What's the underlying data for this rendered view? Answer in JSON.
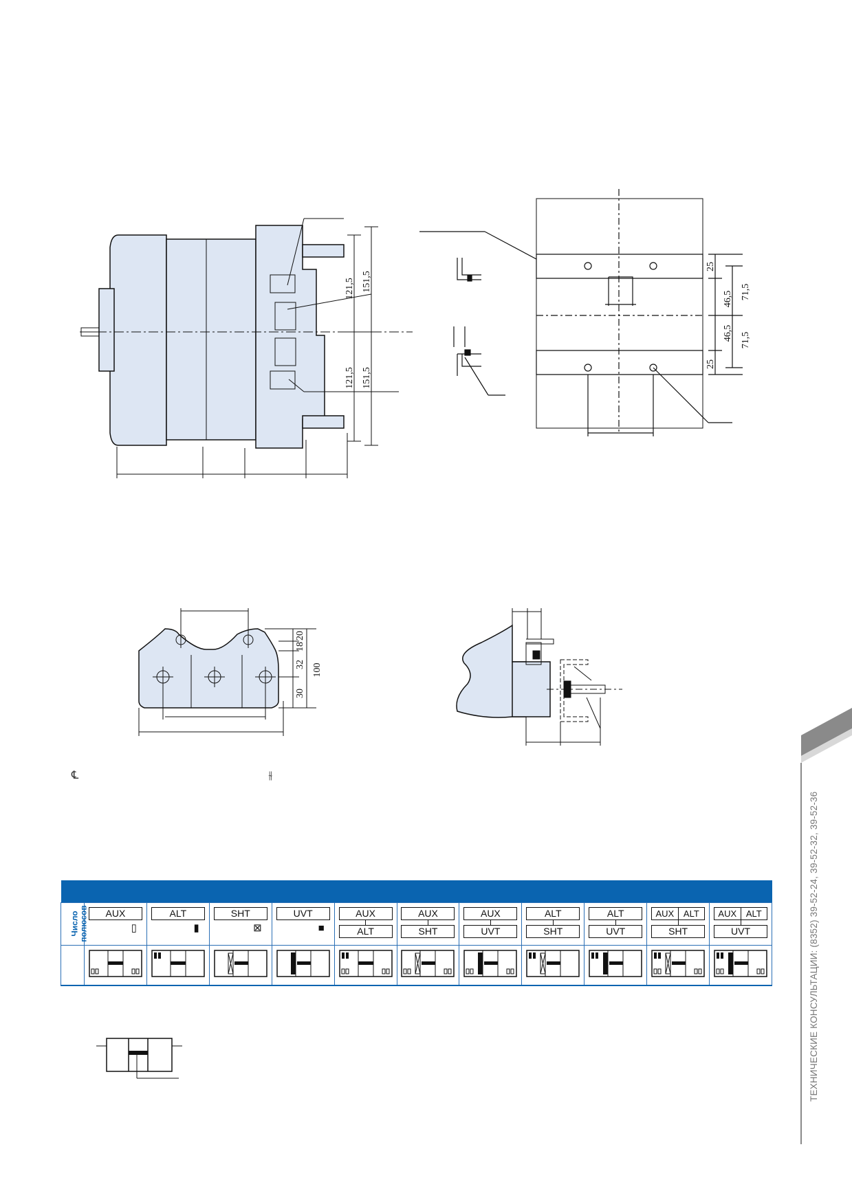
{
  "drawing_top": {
    "dims_left": [
      "121,5",
      "151,5",
      "121,5",
      "151,5"
    ],
    "dims_right": [
      "25",
      "71,5",
      "46,5",
      "46,5",
      "71,5",
      "25"
    ]
  },
  "drawing_bottom": {
    "dims": [
      "20",
      "18",
      "32",
      "30",
      "100"
    ]
  },
  "symbols": {
    "centerline": "℄",
    "mounting": "⫳"
  },
  "table": {
    "poles_label": "Число\nполюсов",
    "columns": [
      {
        "top": "AUX",
        "bottom": "",
        "glyph": "▯"
      },
      {
        "top": "ALT",
        "bottom": "",
        "glyph": "▮"
      },
      {
        "top": "SHT",
        "bottom": "",
        "glyph": "⊠"
      },
      {
        "top": "UVT",
        "bottom": "",
        "glyph": "■"
      },
      {
        "top": "AUX",
        "bottom": "ALT",
        "glyph": ""
      },
      {
        "top": "AUX",
        "bottom": "SHT",
        "glyph": ""
      },
      {
        "top": "AUX",
        "bottom": "UVT",
        "glyph": ""
      },
      {
        "top": "ALT",
        "bottom": "SHT",
        "glyph": ""
      },
      {
        "top": "ALT",
        "bottom": "UVT",
        "glyph": ""
      },
      {
        "top": "AUX|ALT",
        "top_a": "AUX",
        "top_b": "ALT",
        "bottom": "SHT",
        "glyph": ""
      },
      {
        "top": "AUX|ALT",
        "top_a": "AUX",
        "top_b": "ALT",
        "bottom": "UVT",
        "glyph": ""
      }
    ]
  },
  "sidebar_text": "ТЕХНИЧЕСКИЕ КОНСУЛЬТАЦИИ: (8352) 39-52-24, 39-52-32, 39-52-36",
  "colors": {
    "accent": "#0a64b0",
    "part_fill": "#dde6f3",
    "tab_gray": "#8a8a8a"
  }
}
